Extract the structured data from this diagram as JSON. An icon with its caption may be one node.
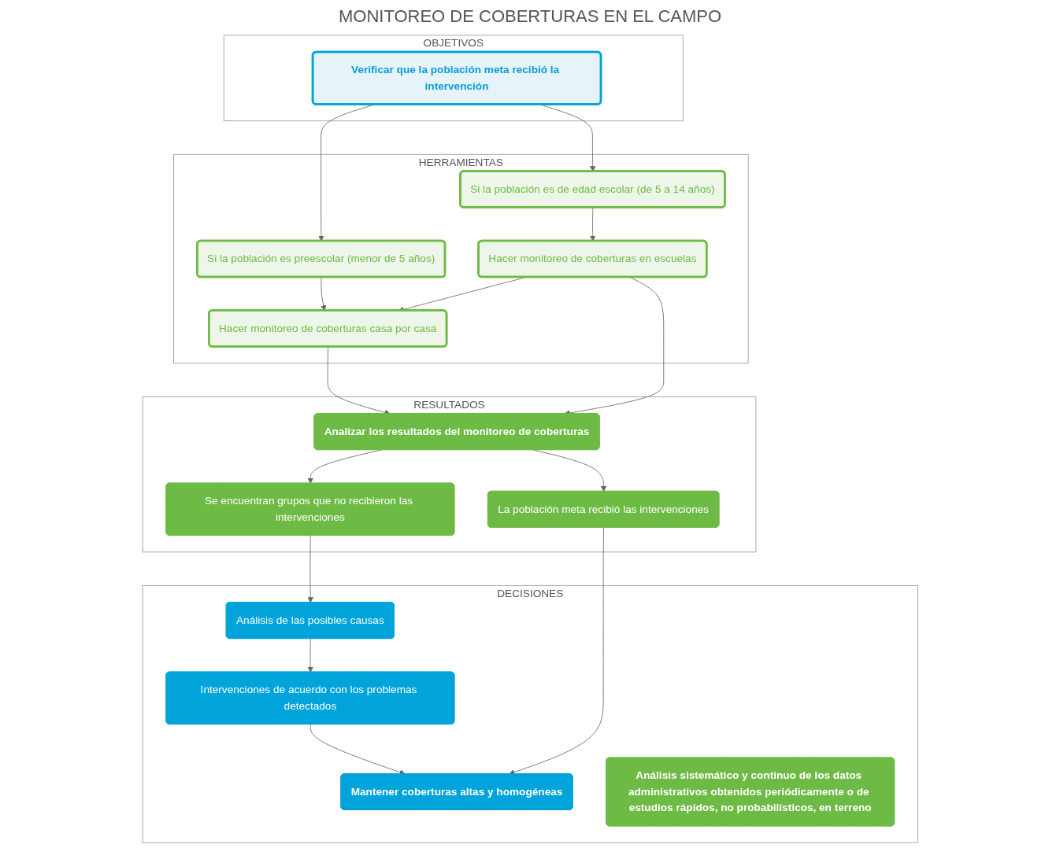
{
  "diagram": {
    "title": "MONITOREO DE COBERTURAS EN EL CAMPO",
    "nodes": [
      {
        "text": [
          "OBJETIVOS"
        ]
      },
      {
        "text": [
          "Verificar que la población meta recibió la intervención"
        ],
        "in": 0
      },
      {
        "text": [
          "HERRAMIENTAS"
        ]
      },
      {
        "text": [
          "Si la población es preescolar (menor de 5 años)"
        ],
        "in": 2
      },
      {
        "text": [
          "Si la población es de edad escolar (de 5 a 14 años)"
        ],
        "in": 2
      },
      {
        "text": [
          "Hacer monitoreo de coberturas casa por casa"
        ],
        "in": 2
      },
      {
        "text": [
          "Hacer monitoreo de coberturas en escuelas"
        ],
        "in": 2
      },
      {
        "text": [
          "RESULTADOS"
        ]
      },
      {
        "text": [
          "Analizar los resultados del monitoreo de coberturas"
        ],
        "in": 7
      },
      {
        "text": [
          "La población meta recibió las intervenciones"
        ],
        "in": 7
      },
      {
        "text": [
          "Se encuentran grupos que no recibieron las intervenciones"
        ],
        "in": 7
      },
      {
        "text": [
          "DECISIONES"
        ]
      },
      {
        "text": [
          "Análisis de las posibles causas"
        ],
        "in": 11
      },
      {
        "text": [
          "Intervenciones de acuerdo con los problemas detectados"
        ],
        "in": 11
      },
      {
        "text": [
          "Mantener coberturas altas y homogéneas"
        ],
        "in": 11
      },
      {
        "text": [
          "Análisis sistemático y continuo de los datos administrativos obtenidos periódicamente o de estudios rápidos, no probabilísticos, en terreno"
        ],
        "in": 11
      }
    ],
    "edges": [
      {
        "from": 1,
        "to": 3,
        "arrow": "to"
      },
      {
        "from": 1,
        "to": 4,
        "arrow": "to"
      },
      {
        "from": 3,
        "to": 5,
        "arrow": "to"
      },
      {
        "from": 4,
        "to": 6,
        "arrow": "to"
      },
      {
        "from": 6,
        "to": 5,
        "arrow": "to"
      },
      {
        "from": 5,
        "to": 8,
        "arrow": "to"
      },
      {
        "from": 6,
        "to": 8,
        "arrow": "to"
      },
      {
        "from": 8,
        "to": 9,
        "arrow": "to"
      },
      {
        "from": 8,
        "to": 10,
        "arrow": "to"
      },
      {
        "from": 10,
        "to": 12,
        "arrow": "to"
      },
      {
        "from": 12,
        "to": 13,
        "arrow": "to"
      },
      {
        "from": 13,
        "to": 14,
        "arrow": "to"
      },
      {
        "from": 9,
        "to": 14,
        "arrow": "to"
      }
    ]
  }
}
